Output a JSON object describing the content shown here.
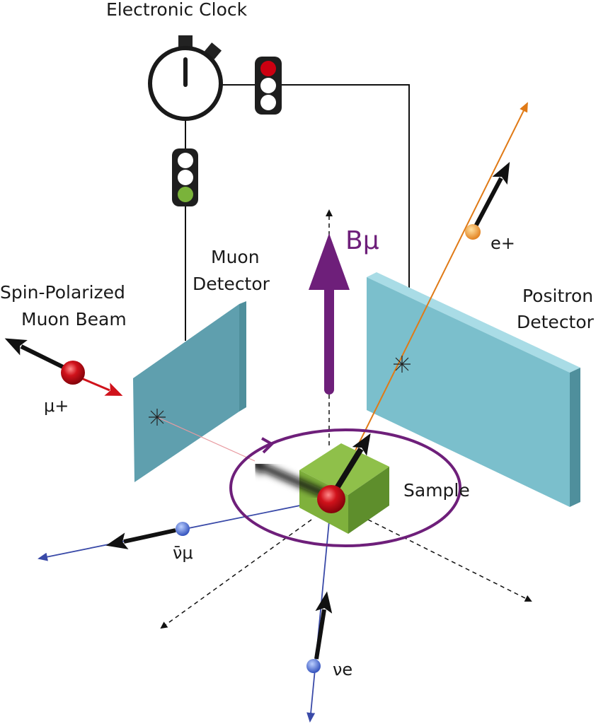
{
  "labels": {
    "clock": "Electronic Clock",
    "muon_detector_line1": "Muon",
    "muon_detector_line2": "Detector",
    "beam_line1": "Spin-Polarized",
    "beam_line2": "Muon Beam",
    "positron_line1": "Positron",
    "positron_line2": "Detector",
    "sample": "Sample",
    "field": "Bμ",
    "muon": "μ+",
    "positron": "e+",
    "antineutrino": "ν̄μ",
    "neutrino": "νe"
  },
  "colors": {
    "detector": "#7bbfcc",
    "field": "#6e1f7a",
    "sample": "#7fb13c",
    "muon": "#d0121b",
    "positron_track": "#e07a16",
    "neutrino_track": "#3a4aa8",
    "signal_red": "#cc0011",
    "signal_green": "#7ab33a"
  }
}
